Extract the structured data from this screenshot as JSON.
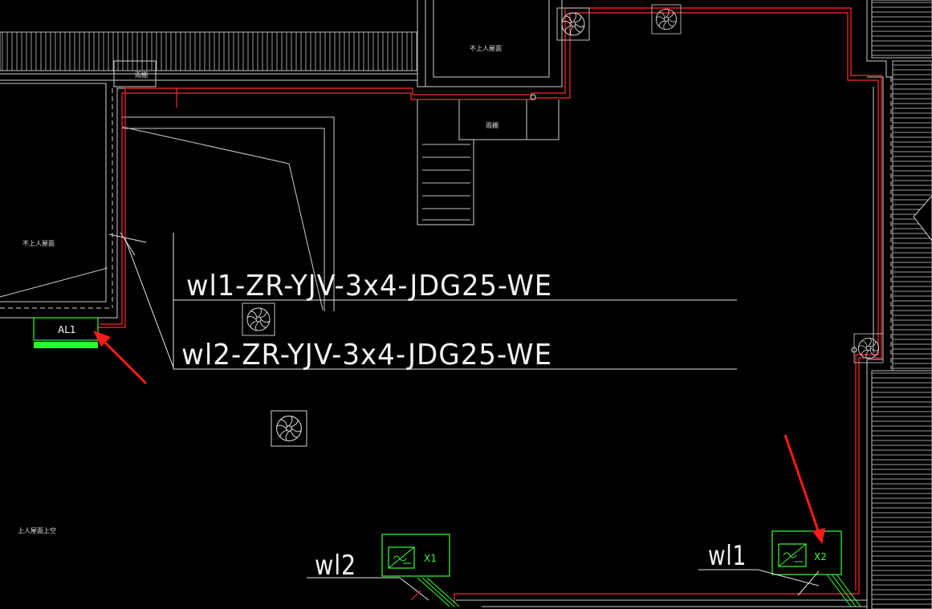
{
  "drawing": {
    "colors": {
      "background": "#000000",
      "wall": "#d8d8d8",
      "cable": "#ff2a2a",
      "panel": "#33ff33",
      "panel_bar": "#2bff2b",
      "text": "#f2f2f2",
      "arrow": "#ff1a1a"
    },
    "room_labels": {
      "no_access_roof_top": "不上人屋面",
      "no_access_roof_left": "不上人屋面",
      "canopy_top": "雨棚",
      "canopy_mid": "雨棚",
      "access_roof": "上人屋面上空"
    },
    "cables": {
      "wl1_spec": "wl1-ZR-YJV-3x4-JDG25-WE",
      "wl2_spec": "wl2-ZR-YJV-3x4-JDG25-WE",
      "wl1_tag": "wl1",
      "wl2_tag": "wl2"
    },
    "panels": {
      "al1": "AL1",
      "x1": "X1",
      "x2": "X2"
    },
    "icons": [
      "exhaust-fan-icon",
      "distribution-box-icon",
      "arrow-annotation-icon"
    ]
  }
}
